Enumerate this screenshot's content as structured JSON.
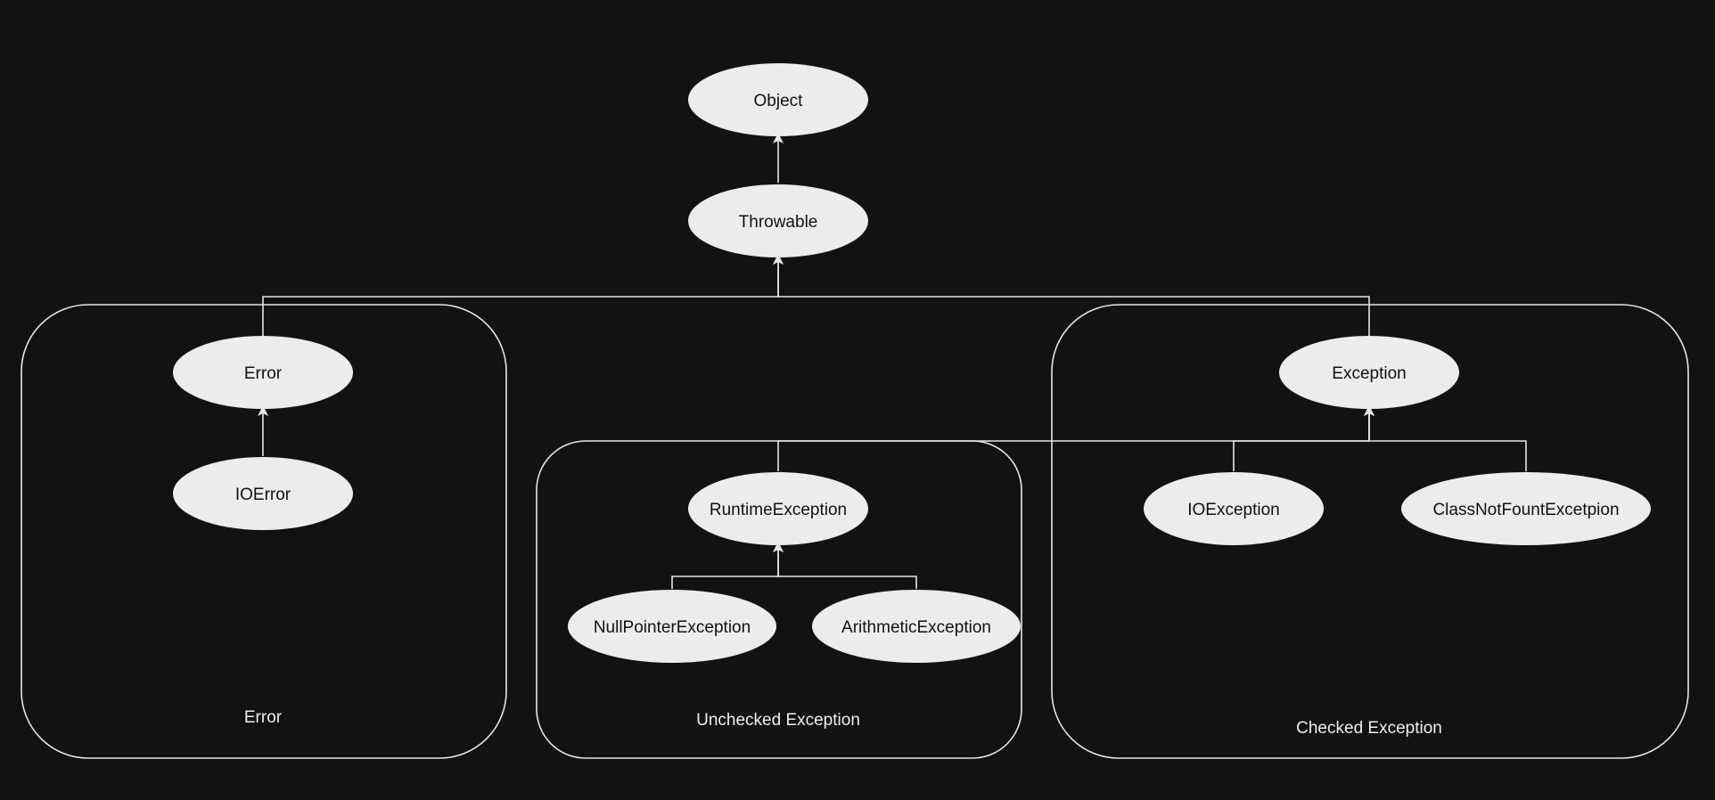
{
  "colors": {
    "background": "#121212",
    "node_fill": "#ececec",
    "node_text": "#111111",
    "line": "#e6e6e6",
    "group_text": "#eeeeee"
  },
  "nodes": {
    "object": "Object",
    "throwable": "Throwable",
    "error": "Error",
    "ioerror": "IOError",
    "exception": "Exception",
    "runtime_exception": "RuntimeException",
    "null_pointer_exception": "NullPointerException",
    "arithmetic_exception": "ArithmeticException",
    "ioexception": "IOException",
    "class_not_found": "ClassNotFountExcetpion"
  },
  "groups": {
    "error": "Error",
    "unchecked": "Unchecked Exception",
    "checked": "Checked Exception"
  },
  "edges": [
    {
      "from": "throwable",
      "to": "object"
    },
    {
      "from": "error",
      "to": "throwable"
    },
    {
      "from": "exception",
      "to": "throwable"
    },
    {
      "from": "ioerror",
      "to": "error"
    },
    {
      "from": "runtime_exception",
      "to": "exception"
    },
    {
      "from": "ioexception",
      "to": "exception"
    },
    {
      "from": "class_not_found",
      "to": "exception"
    },
    {
      "from": "null_pointer_exception",
      "to": "runtime_exception"
    },
    {
      "from": "arithmetic_exception",
      "to": "runtime_exception"
    }
  ]
}
